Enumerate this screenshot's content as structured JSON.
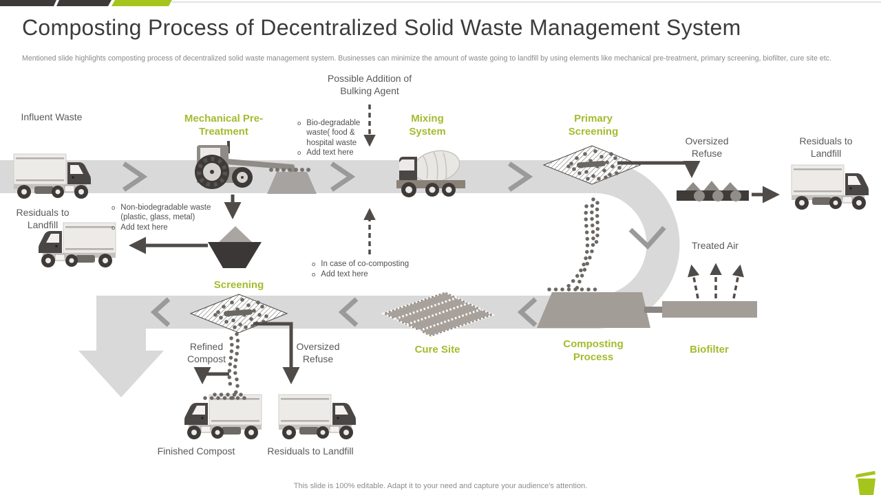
{
  "slide": {
    "title": "Composting Process of Decentralized Solid Waste Management System",
    "subtitle": "Mentioned slide highlights composting process of decentralized solid waste management system. Businesses can minimize the amount of waste going to landfill by using elements like mechanical pre-treatment, primary screening, biofilter, cure site etc.",
    "footer": "This slide is 100% editable. Adapt it to your need and capture your audience's attention."
  },
  "colors": {
    "accent_green": "#a5c41c",
    "label_green": "#a2bc2e",
    "label_gray": "#595959",
    "band_gray": "#d9d9d9",
    "arrow_dark": "#4f4b48",
    "dots_gray": "#6b6763"
  },
  "stages": {
    "mechanical_pretreatment": "Mechanical Pre-Treatment",
    "mixing_system": "Mixing System",
    "primary_screening": "Primary Screening",
    "screening": "Screening",
    "cure_site": "Cure Site",
    "composting_process": "Composting Process",
    "biofilter": "Biofilter"
  },
  "labels": {
    "influent_waste": "Influent Waste",
    "possible_addition": "Possible Addition of Bulking Agent",
    "oversized_refuse_top": "Oversized Refuse",
    "residuals_to_landfill_top": "Residuals to Landfill",
    "residuals_to_landfill_left": "Residuals to Landfill",
    "treated_air": "Treated Air",
    "refined_compost": "Refined Compost",
    "oversized_refuse_bottom": "Oversized Refuse",
    "finished_compost": "Finished Compost",
    "residuals_to_landfill_bottom": "Residuals to Landfill"
  },
  "bullets": {
    "biodegradable": [
      "Bio-degradable waste( food & hospital waste",
      "Add text here"
    ],
    "nonbiodegradable": [
      "Non-biodegradable waste (plastic, glass, metal)",
      "Add text here"
    ],
    "cocomposting": [
      "In case of co-composting",
      "Add text here"
    ]
  },
  "icons": [
    "truck-icon",
    "tractor-icon",
    "mixer-truck-icon",
    "screen-diamond-icon",
    "conveyor-icon",
    "compost-pile-icon",
    "biofilter-icon",
    "funnel-icon",
    "waste-pile-icon",
    "trash-bin-icon",
    "chevron-icon"
  ]
}
